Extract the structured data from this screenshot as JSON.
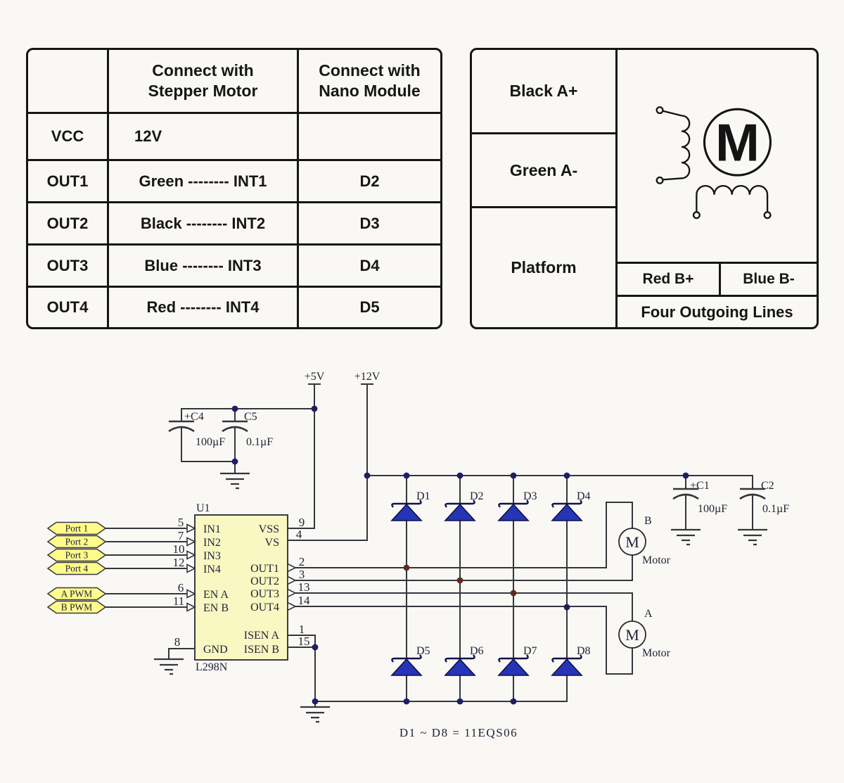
{
  "connection_table": {
    "col_headers": [
      "",
      "Connect with\nStepper Motor",
      "Connect with\nNano Module"
    ],
    "rows": [
      {
        "pin": "VCC",
        "stepper": "12V",
        "nano": ""
      },
      {
        "pin": "OUT1",
        "stepper": "Green -------- INT1",
        "nano": "D2"
      },
      {
        "pin": "OUT2",
        "stepper": "Black -------- INT2",
        "nano": "D3"
      },
      {
        "pin": "OUT3",
        "stepper": "Blue -------- INT3",
        "nano": "D4"
      },
      {
        "pin": "OUT4",
        "stepper": "Red -------- INT4",
        "nano": "D5"
      }
    ]
  },
  "wiring_table": {
    "wire_cells": [
      "Black A+",
      "Green A-",
      "Platform"
    ],
    "motor_symbol": "M",
    "bottom_cells": [
      "Red B+",
      "Blue B-"
    ],
    "caption": "Four Outgoing Lines"
  },
  "schematic": {
    "power_rails": {
      "v5": "+5V",
      "v12": "+12V"
    },
    "capacitors": {
      "c4": {
        "ref": "+C4",
        "value": "100µF"
      },
      "c5": {
        "ref": "C5",
        "value": "0.1µF"
      },
      "c1": {
        "ref": "+C1",
        "value": "100µF"
      },
      "c2": {
        "ref": "C2",
        "value": "0.1µF"
      }
    },
    "ic": {
      "designator": "U1",
      "part": "L298N",
      "left_pins": [
        {
          "num": "5",
          "name": "IN1"
        },
        {
          "num": "7",
          "name": "IN2"
        },
        {
          "num": "10",
          "name": "IN3"
        },
        {
          "num": "12",
          "name": "IN4"
        },
        {
          "num": "6",
          "name": "EN A"
        },
        {
          "num": "11",
          "name": "EN B"
        },
        {
          "num": "8",
          "name": "GND"
        }
      ],
      "right_pins": [
        {
          "num": "9",
          "name": "VSS"
        },
        {
          "num": "4",
          "name": "VS"
        },
        {
          "num": "2",
          "name": "OUT1"
        },
        {
          "num": "3",
          "name": "OUT2"
        },
        {
          "num": "13",
          "name": "OUT3"
        },
        {
          "num": "14",
          "name": "OUT4"
        },
        {
          "num": "1",
          "name": "ISEN A"
        },
        {
          "num": "15",
          "name": "ISEN B"
        }
      ]
    },
    "ports": [
      "Port 1",
      "Port 2",
      "Port 3",
      "Port 4",
      "A PWM",
      "B PWM"
    ],
    "diodes": {
      "top": [
        "D1",
        "D2",
        "D3",
        "D4"
      ],
      "bottom": [
        "D5",
        "D6",
        "D7",
        "D8"
      ]
    },
    "motors": {
      "b": {
        "designator": "B",
        "caption": "Motor",
        "symbol": "M"
      },
      "a": {
        "designator": "A",
        "caption": "Motor",
        "symbol": "M"
      }
    },
    "note": "D1 ~ D8 = 11EQS06",
    "colors": {
      "diode_fill": "#2535b6",
      "diode_outline": "#10104a",
      "wire": "#35353d",
      "ic_fill": "#f9f8c2",
      "port_fill": "#fdfb8a",
      "junction_navy": "#1d1d68",
      "junction_maroon": "#5e2a22",
      "background": "#f9f8f4"
    }
  }
}
